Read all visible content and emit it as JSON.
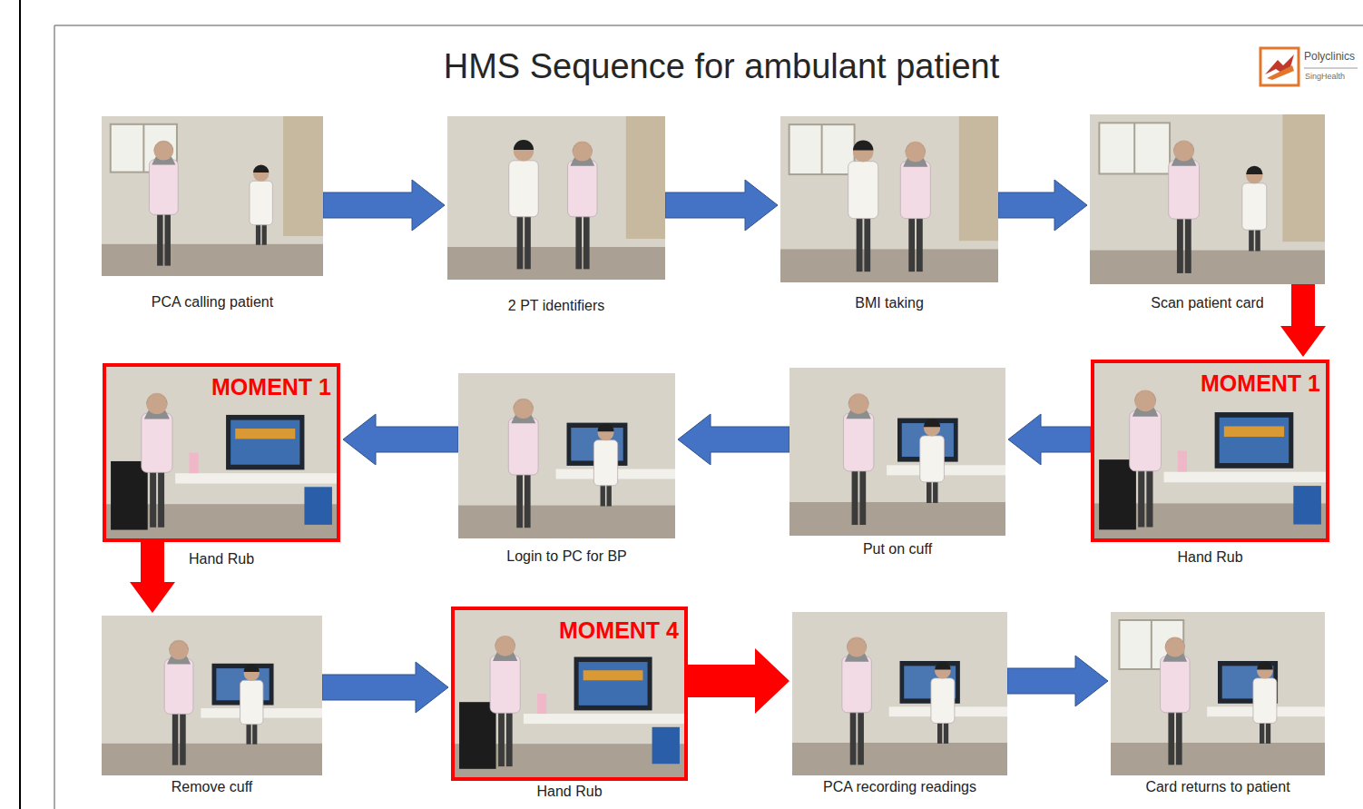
{
  "diagram": {
    "title": "HMS Sequence for ambulant patient",
    "nodes": [
      {
        "text": [
          "PCA calling patient"
        ]
      },
      {
        "text": [
          "2 PT identifiers"
        ]
      },
      {
        "text": [
          "BMI taking"
        ]
      },
      {
        "text": [
          "Scan patient card"
        ]
      },
      {
        "text": [
          "MOMENT 1",
          "Hand Rub"
        ]
      },
      {
        "text": [
          "Put on cuff"
        ]
      },
      {
        "text": [
          "Login to PC for BP"
        ]
      },
      {
        "text": [
          "MOMENT 1",
          "Hand Rub"
        ]
      },
      {
        "text": [
          "Remove cuff"
        ]
      },
      {
        "text": [
          "MOMENT 4",
          "Hand Rub"
        ]
      },
      {
        "text": [
          "PCA recording readings"
        ]
      },
      {
        "text": [
          "Card returns to patient"
        ]
      }
    ],
    "edges": [
      {
        "from": 0,
        "to": 1,
        "arrow": "to"
      },
      {
        "from": 1,
        "to": 2,
        "arrow": "to"
      },
      {
        "from": 2,
        "to": 3,
        "arrow": "to"
      },
      {
        "from": 3,
        "to": 4,
        "arrow": "to"
      },
      {
        "from": 4,
        "to": 5,
        "arrow": "to"
      },
      {
        "from": 5,
        "to": 6,
        "arrow": "to"
      },
      {
        "from": 6,
        "to": 7,
        "arrow": "to"
      },
      {
        "from": 7,
        "to": 8,
        "arrow": "to"
      },
      {
        "from": 8,
        "to": 9,
        "arrow": "to"
      },
      {
        "from": 9,
        "to": 10,
        "arrow": "to"
      },
      {
        "from": 10,
        "to": 11,
        "arrow": "to"
      }
    ],
    "labels": [
      "Polyclinics",
      "SingHealth"
    ]
  }
}
